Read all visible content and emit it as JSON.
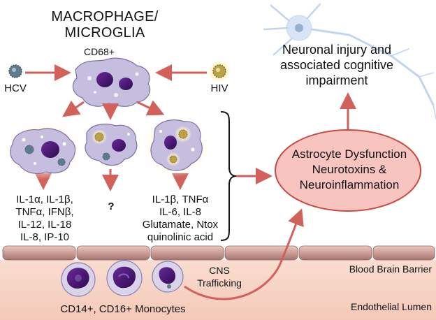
{
  "title_lines": [
    "MACROPHAGE/",
    "MICROGLIA"
  ],
  "cd68_label": "CD68+",
  "hcv_label": "HCV",
  "hiv_label": "HIV",
  "question_mark": "?",
  "cytokines_left": [
    "IL-1α, IL-1β,",
    "TNFα, IFNβ,",
    "IL-12, IL-18",
    "IL-8, IP-10"
  ],
  "cytokines_right": [
    "IL-1β, TNFα",
    "IL-6, IL-8",
    "Glutamate, Ntox",
    "quinolinic acid"
  ],
  "ellipse_lines": [
    "Astrocyte Dysfunction",
    "Neurotoxins &",
    "Neuroinflammation"
  ],
  "injury_lines": [
    "Neuronal injury and",
    "associated cognitive",
    "impairment"
  ],
  "cns_lines": [
    "CNS",
    "Trafficking"
  ],
  "bbb_label": "Blood Brain Barrier",
  "lumen_label": "Endothelial Lumen",
  "monocytes_label": "CD14+, CD16+ Monocytes",
  "colors": {
    "arrow": "#d2605b",
    "ellipse_fill": "#f7c4c0",
    "ellipse_stroke": "#c84a44",
    "cell_body": "#c6bedf",
    "nucleus": "#4a1a78",
    "hcv_virus": "#5f7c8e",
    "hiv_virus": "#b9a247",
    "lumen": "#f6d2c4"
  }
}
